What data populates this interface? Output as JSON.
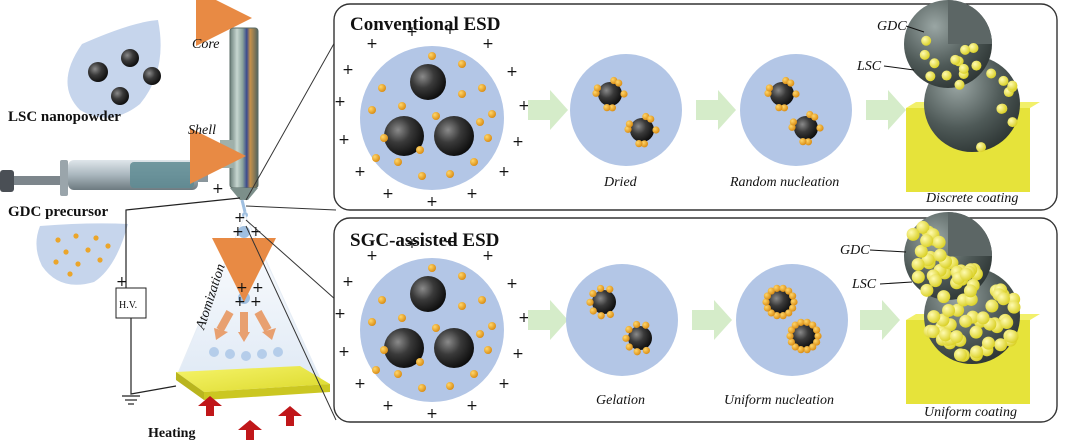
{
  "left_panel": {
    "core_label": "Core",
    "shell_label": "Shell",
    "lsc_label": "LSC nanopowder",
    "gdc_label": "GDC precursor",
    "hv_label": "H.V.",
    "atomization_label": "Atomization",
    "heating_label": "Heating",
    "plus_sign": "+"
  },
  "top_panel": {
    "title": "Conventional ESD",
    "step2_caption": "Dried",
    "step3_caption": "Random nucleation",
    "step4_caption": "Discrete coating",
    "gdc_tag": "GDC",
    "lsc_tag": "LSC"
  },
  "bottom_panel": {
    "title": "SGC-assisted ESD",
    "step2_caption": "Gelation",
    "step3_caption": "Uniform nucleation",
    "step4_caption": "Uniform coating",
    "gdc_tag": "GDC",
    "lsc_tag": "LSC"
  },
  "colors": {
    "droplet": "#b3c6e6",
    "precursor_dot": "#eba52a",
    "nanoparticle": "#2a2a2a",
    "arrow": "#d5ecc9",
    "substrate": "#ecea3d",
    "heating_arrow": "#c0171a",
    "coating_dot": "#f4ee4c"
  }
}
